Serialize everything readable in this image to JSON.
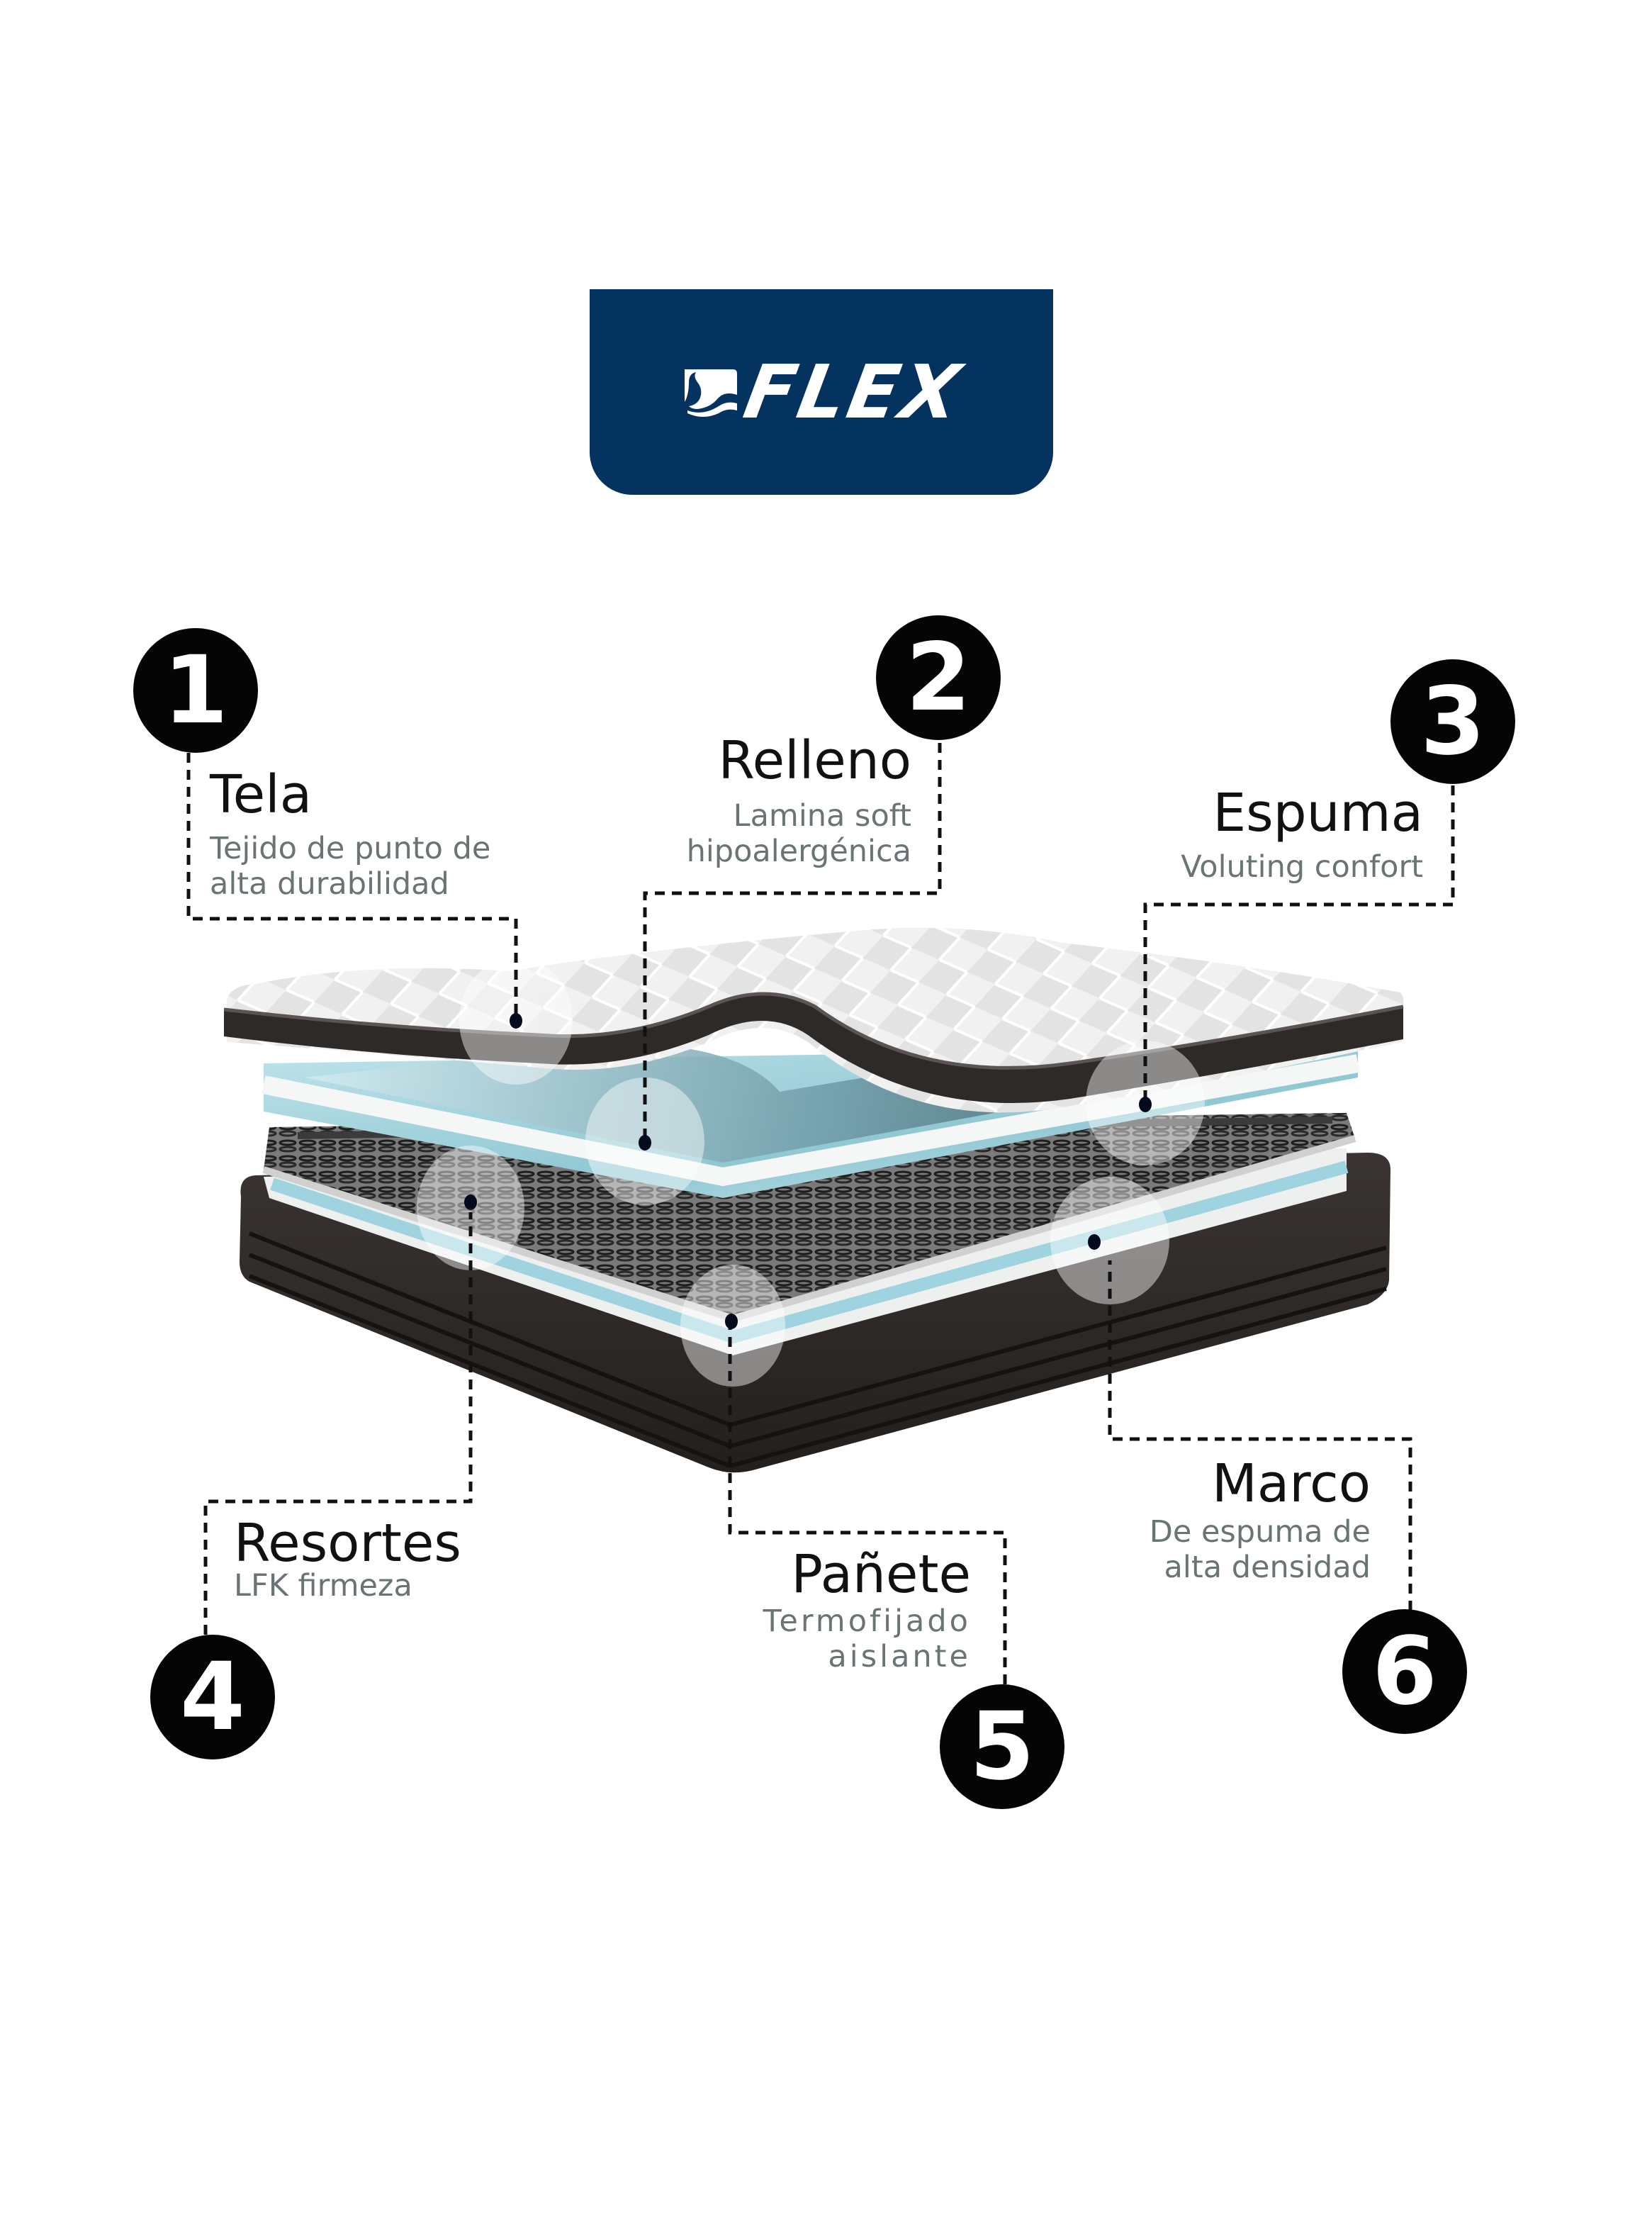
{
  "brand": {
    "name": "FLEX",
    "logo_bg_color": "#04335f",
    "logo_text_color": "#ffffff",
    "icon": "swan-icon"
  },
  "callouts": [
    {
      "number": "1",
      "title": "Tela",
      "subtitle": "Tejido de punto de\nalta durabilidad"
    },
    {
      "number": "2",
      "title": "Relleno",
      "subtitle": "Lamina soft\nhipoalergénica"
    },
    {
      "number": "3",
      "title": "Espuma",
      "subtitle": "Voluting confort"
    },
    {
      "number": "4",
      "title": "Resortes",
      "subtitle": "LFK firmeza"
    },
    {
      "number": "5",
      "title": "Pañete",
      "subtitle": "Termofijado\naislante"
    },
    {
      "number": "6",
      "title": "Marco",
      "subtitle": "De espuma de\nalta densidad"
    }
  ],
  "colors": {
    "badge_bg": "#050505",
    "title_text": "#111111",
    "subtitle_text": "#6b7474",
    "mattress_dark": "#2e2a27",
    "foam_blue": "#9fd3df",
    "top_white": "#f2f2f2"
  }
}
